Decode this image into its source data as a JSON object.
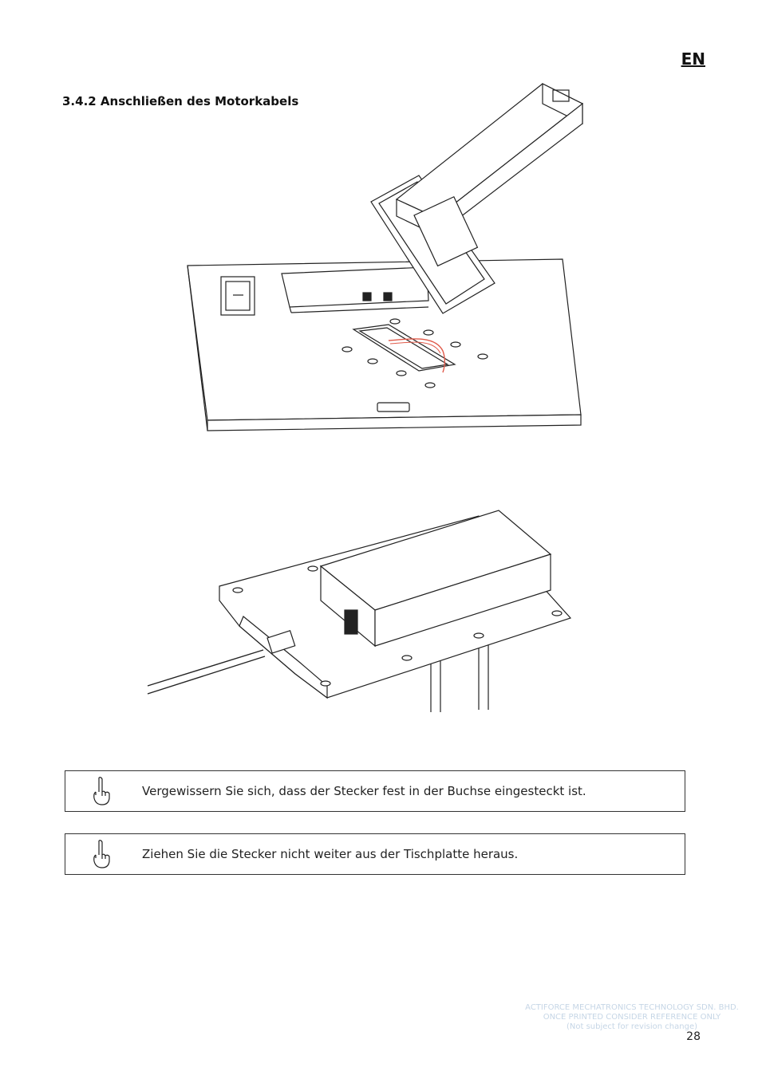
{
  "header": {
    "lang": "EN"
  },
  "section": {
    "title": "3.4.2 Anschließen des Motorkabels"
  },
  "figures": {
    "top": "tabletop-bracket-drawing",
    "bottom": "control-box-cable-drawing"
  },
  "notes": [
    {
      "icon": "pointing-hand-icon",
      "text": "Vergewissern Sie sich, dass der Stecker fest in der Buchse eingesteckt ist."
    },
    {
      "icon": "pointing-hand-icon",
      "text": "Ziehen Sie die Stecker nicht weiter aus der Tischplatte heraus."
    }
  ],
  "watermark": {
    "line1": "ACTIFORCE MECHATRONICS TECHNOLOGY SDN. BHD.",
    "line2": "ONCE PRINTED CONSIDER REFERENCE ONLY",
    "line3": "(Not subject for revision change)"
  },
  "footer": {
    "page": "28"
  },
  "colors": {
    "cable_highlight": "#e05a4a",
    "watermark": "#c6d6e6"
  }
}
